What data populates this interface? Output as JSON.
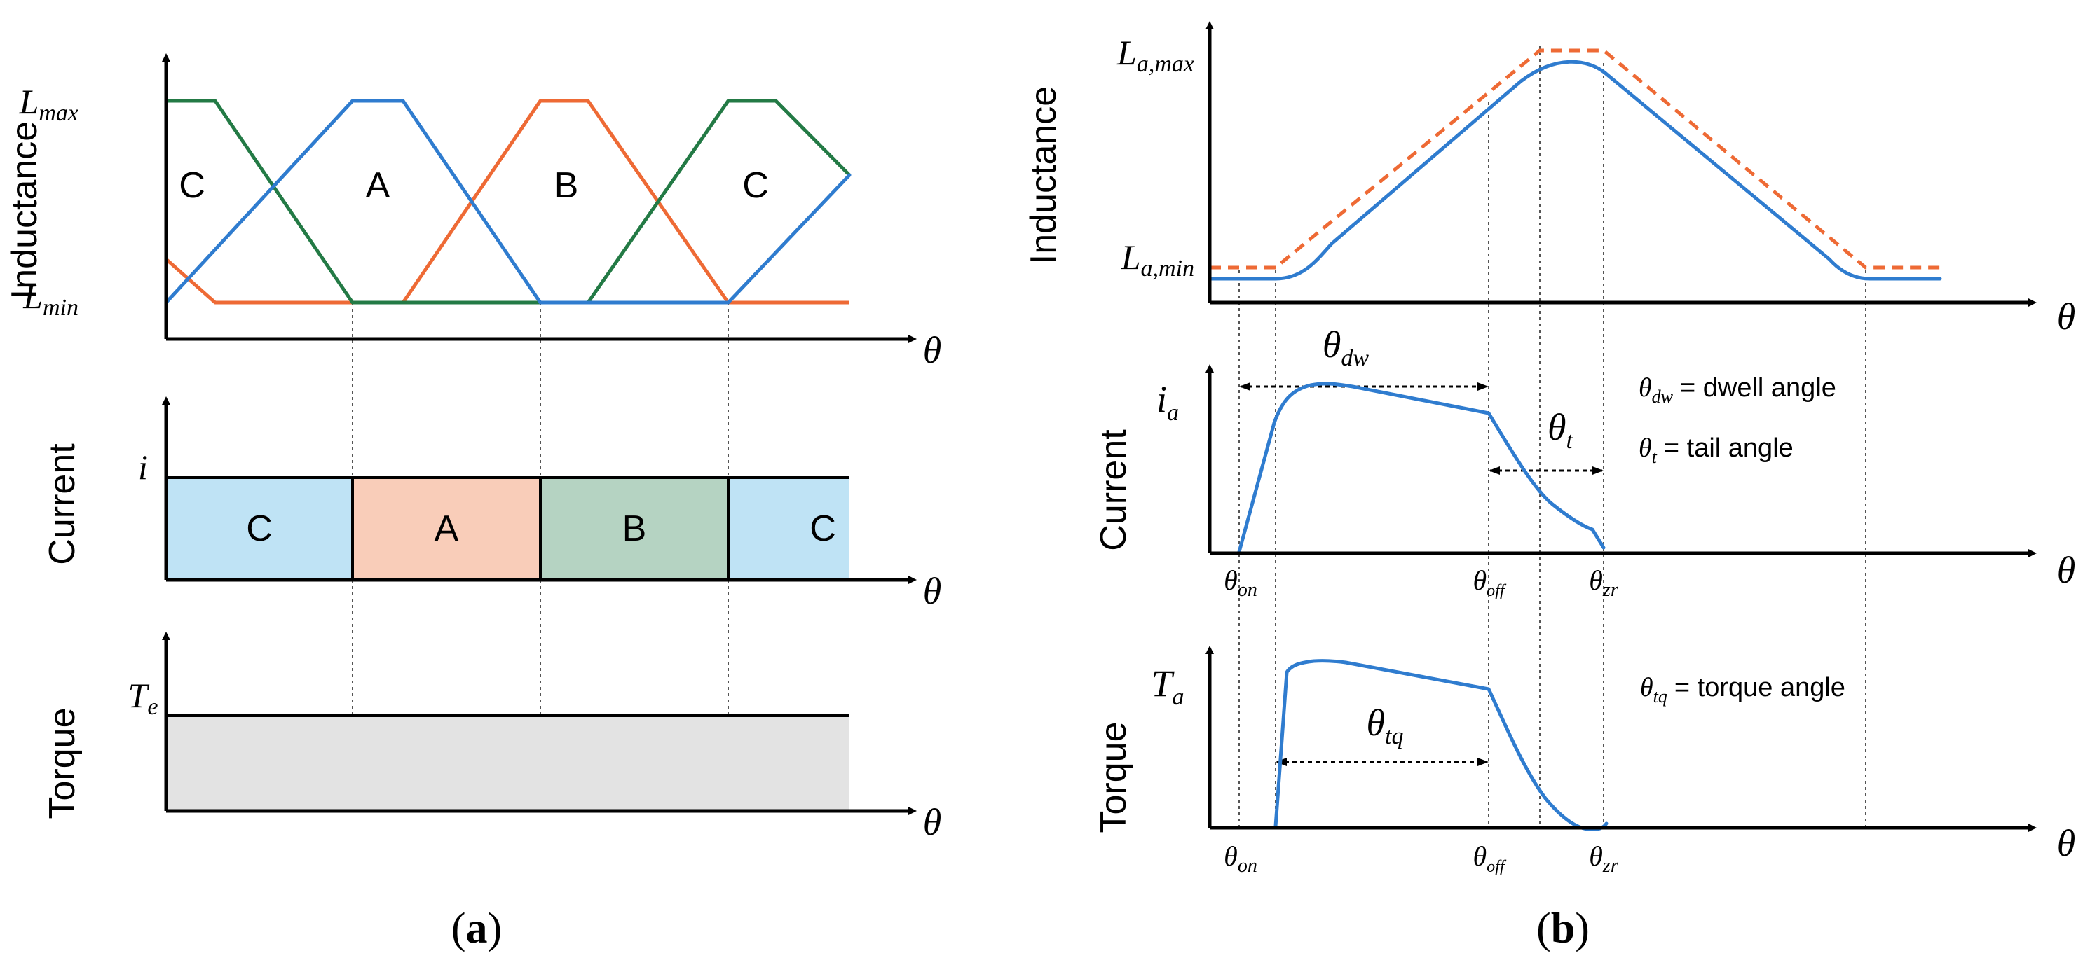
{
  "panel_a": {
    "inductance": {
      "ylabel": "Inductance",
      "lmax": "L",
      "lmax_sub": "max",
      "lmin": "L",
      "lmin_sub": "min",
      "xlabel": "θ",
      "regions": [
        "C",
        "A",
        "B",
        "C"
      ],
      "colors": {
        "A": "#2f7ccf",
        "B": "#ee6a35",
        "C": "#237a45"
      }
    },
    "current": {
      "ylabel": "Current",
      "ysym": "i",
      "xlabel": "θ",
      "blocks": [
        {
          "label": "C",
          "color": "#bfe3f5"
        },
        {
          "label": "A",
          "color": "#f9cdb9"
        },
        {
          "label": "B",
          "color": "#b5d3c2"
        },
        {
          "label": "C",
          "color": "#bfe3f5"
        }
      ]
    },
    "torque": {
      "ylabel": "Torque",
      "ysym": "T",
      "ysym_sub": "e",
      "xlabel": "θ",
      "fill": "#e3e3e3"
    },
    "caption_open": "(",
    "caption_letter": "a",
    "caption_close": ")"
  },
  "panel_b": {
    "inductance": {
      "ylabel": "Inductance",
      "lmax": "L",
      "lmax_sub": "a,max",
      "lmin": "L",
      "lmin_sub": "a,min",
      "xlabel": "θ"
    },
    "current": {
      "ylabel": "Current",
      "ysym": "i",
      "ysym_sub": "a",
      "xlabel": "θ",
      "dwell_sym": "θ",
      "dwell_sub": "dw",
      "tail_sym": "θ",
      "tail_sub": "t",
      "legend_dwell": "= dwell angle",
      "legend_tail": "= tail angle",
      "theta_on": "θ",
      "theta_on_sub": "on",
      "theta_off": "θ",
      "theta_off_sub": "off",
      "theta_zr": "θ",
      "theta_zr_sub": "zr"
    },
    "torque": {
      "ylabel": "Torque",
      "ysym": "T",
      "ysym_sub": "a",
      "xlabel": "θ",
      "tq_sym": "θ",
      "tq_sub": "tq",
      "legend_tq": "= torque angle",
      "theta_on": "θ",
      "theta_on_sub": "on",
      "theta_off": "θ",
      "theta_off_sub": "off",
      "theta_zr": "θ",
      "theta_zr_sub": "zr"
    },
    "caption_open": "(",
    "caption_letter": "b",
    "caption_close": ")"
  }
}
